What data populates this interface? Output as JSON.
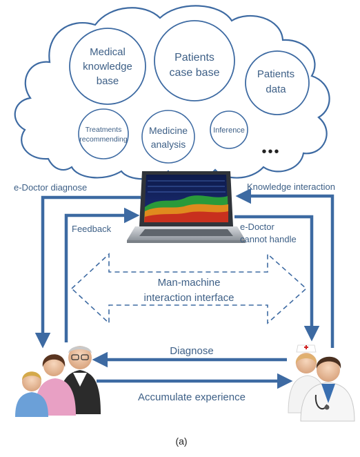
{
  "colors": {
    "arrow": "#3d6aa2",
    "text": "#3d5f86",
    "cloud_stroke": "#3d6aa2",
    "dashed": "#3d6aa2"
  },
  "cloud": {
    "bubbles": [
      {
        "id": "medical-knowledge-base",
        "lines": [
          "Medical",
          "knowledge",
          "base"
        ]
      },
      {
        "id": "patients-case-base",
        "lines": [
          "Patients",
          "case base"
        ]
      },
      {
        "id": "patients-data",
        "lines": [
          "Patients",
          "data"
        ]
      },
      {
        "id": "treatments-recommending",
        "lines": [
          "Treatments",
          "recommending"
        ]
      },
      {
        "id": "medicine-analysis",
        "lines": [
          "Medicine",
          "analysis"
        ]
      },
      {
        "id": "inference",
        "lines": [
          "Inference"
        ]
      }
    ],
    "ellipsis": "•••"
  },
  "labels": {
    "e_doctor_diagnose": "e-Doctor diagnose",
    "knowledge_interaction": "Knowledge interaction",
    "feedback": "Feedback",
    "e_doctor_cannot_1": "e-Doctor",
    "e_doctor_cannot_2": "cannot handle",
    "interface_1": "Man-machine",
    "interface_2": "interaction interface",
    "diagnose": "Diagnose",
    "accumulate": "Accumulate experience"
  },
  "caption": "(a)",
  "icons": [
    "laptop-icon",
    "patients-group-icon",
    "doctor-nurse-icon"
  ]
}
